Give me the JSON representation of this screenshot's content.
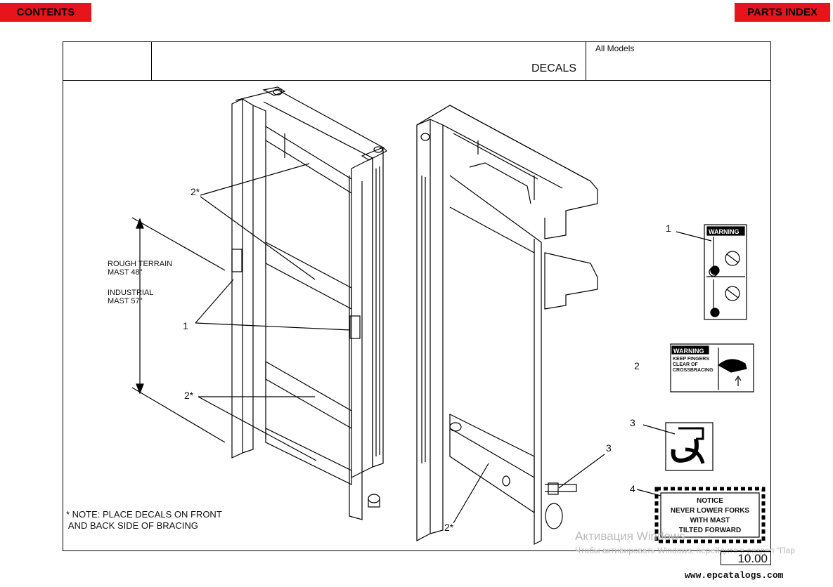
{
  "nav": {
    "contents": "CONTENTS",
    "parts_index": "PARTS INDEX"
  },
  "header": {
    "title": "DECALS",
    "models": "All Models"
  },
  "labels": {
    "rough_terrain": "ROUGH TERRAIN\nMAST 48\"",
    "industrial": "INDUSTRIAL\nMAST 57\"",
    "note": "* NOTE: PLACE DECALS ON FRONT\n AND BACK SIDE OF BRACING"
  },
  "callouts": {
    "c2a": "2*",
    "c1a": "1",
    "c2b": "2*",
    "c2c": "2*",
    "c3a": "3",
    "k1": "1",
    "k2": "2",
    "k3": "3",
    "k4": "4"
  },
  "decals": {
    "warning1": "WARNING",
    "warning2": "WARNING",
    "warning2_text": "KEEP FINGERS\nCLEAR OF\nCROSSBRACING",
    "notice_title": "NOTICE",
    "notice_l1": "NEVER LOWER FORKS",
    "notice_l2": "WITH MAST",
    "notice_l3": "TILTED FORWARD"
  },
  "page_number": "10.00",
  "watermark": {
    "line1": "Активация Windows",
    "line2": "Чтобы активировать Windows, перейдите в раздел \"Пар"
  },
  "footer": "www.epcatalogs.com"
}
